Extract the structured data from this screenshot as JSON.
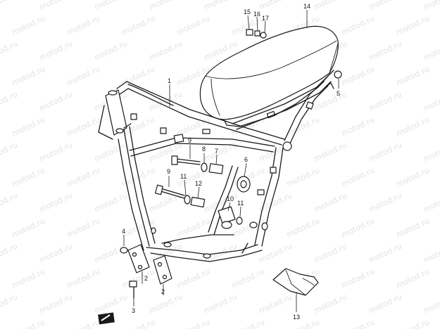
{
  "watermark": "motod.ru",
  "callouts": [
    {
      "label": "1"
    },
    {
      "label": "2"
    },
    {
      "label": "2"
    },
    {
      "label": "3"
    },
    {
      "label": "4"
    },
    {
      "label": "5"
    },
    {
      "label": "6"
    },
    {
      "label": "7"
    },
    {
      "label": "8"
    },
    {
      "label": "9"
    },
    {
      "label": "9"
    },
    {
      "label": "10"
    },
    {
      "label": "11"
    },
    {
      "label": "11"
    },
    {
      "label": "12"
    },
    {
      "label": "13"
    },
    {
      "label": "14"
    },
    {
      "label": "15"
    },
    {
      "label": "16"
    },
    {
      "label": "17"
    }
  ]
}
